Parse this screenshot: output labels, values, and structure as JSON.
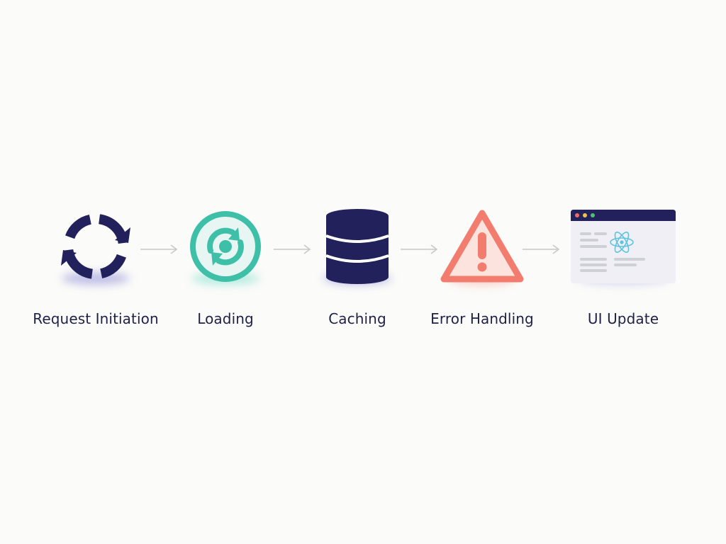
{
  "steps": [
    {
      "label": "Request Initiation",
      "icon": "sync-arrows-icon"
    },
    {
      "label": "Loading",
      "icon": "loading-spinner-icon"
    },
    {
      "label": "Caching",
      "icon": "database-icon"
    },
    {
      "label": "Error Handling",
      "icon": "warning-icon"
    },
    {
      "label": "UI Update",
      "icon": "browser-window-icon"
    }
  ],
  "colors": {
    "navy": "#22215b",
    "teal": "#3dbfa8",
    "coral": "#f27d6f",
    "react_blue": "#5dc3e0",
    "arrow": "#c8c8c8",
    "text": "#1e2146"
  }
}
